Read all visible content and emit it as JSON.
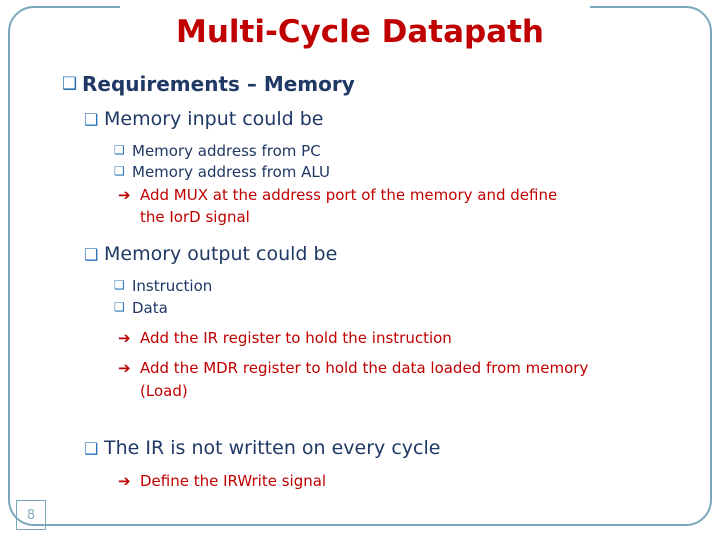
{
  "slide": {
    "title": "Multi-Cycle Datapath",
    "page_number": "8",
    "colors": {
      "title": "#c00000",
      "body_text": "#1f3864",
      "bullet": "#2e74b5",
      "highlight": "#c00000",
      "frame": "#7ba7bc"
    },
    "bullets": {
      "requirements": "Requirements – Memory",
      "memory_input": "Memory input could be",
      "mem_addr_pc": "Memory address from PC",
      "mem_addr_alu": "Memory address from ALU",
      "add_mux": "Add MUX at the address port of the memory and define",
      "add_mux_cont": "the IorD signal",
      "memory_output": "Memory output could be",
      "instruction": "Instruction",
      "data": "Data",
      "add_ir": "Add the IR register to hold the instruction",
      "add_mdr": "Add the MDR register to hold the data loaded from memory",
      "add_mdr_cont": "(Load)",
      "ir_not_written": "The IR is not written on every cycle",
      "define_irwrite": "Define the IRWrite signal"
    },
    "glyphs": {
      "square_bullet": "❑",
      "small_square_bullet": "❑",
      "arrow": "➔"
    }
  }
}
